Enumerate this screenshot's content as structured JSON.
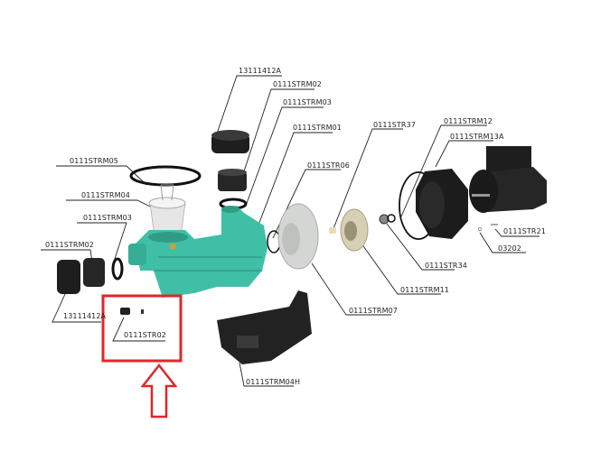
{
  "colors": {
    "pump_body": "#3fbfa6",
    "highlight": "#e0262a",
    "part_black": "#1e1e1e",
    "part_gray": "#d4d6d4"
  },
  "labels": {
    "nut_top": "13111412A",
    "union_top": "0111STRM02",
    "oring_top": "0111STRM03",
    "pump_body": "0111STRM01",
    "lid_oring": "0111STRM05",
    "basket": "0111STRM04",
    "oring_left": "0111STRM03",
    "union_left": "0111STRM02",
    "nut_left": "13111412A",
    "drain_plug": "0111STR02",
    "diffuser_oring": "0111STR06",
    "impeller_key": "0111STR37",
    "flange_oring": "0111STRM12",
    "motor_flange": "0111STRM13A",
    "screw": "0111STR21",
    "washer": "03202",
    "seal": "0111STR34",
    "impeller": "0111STRM11",
    "diffuser": "0111STRM07",
    "base": "0111STRM04H"
  }
}
